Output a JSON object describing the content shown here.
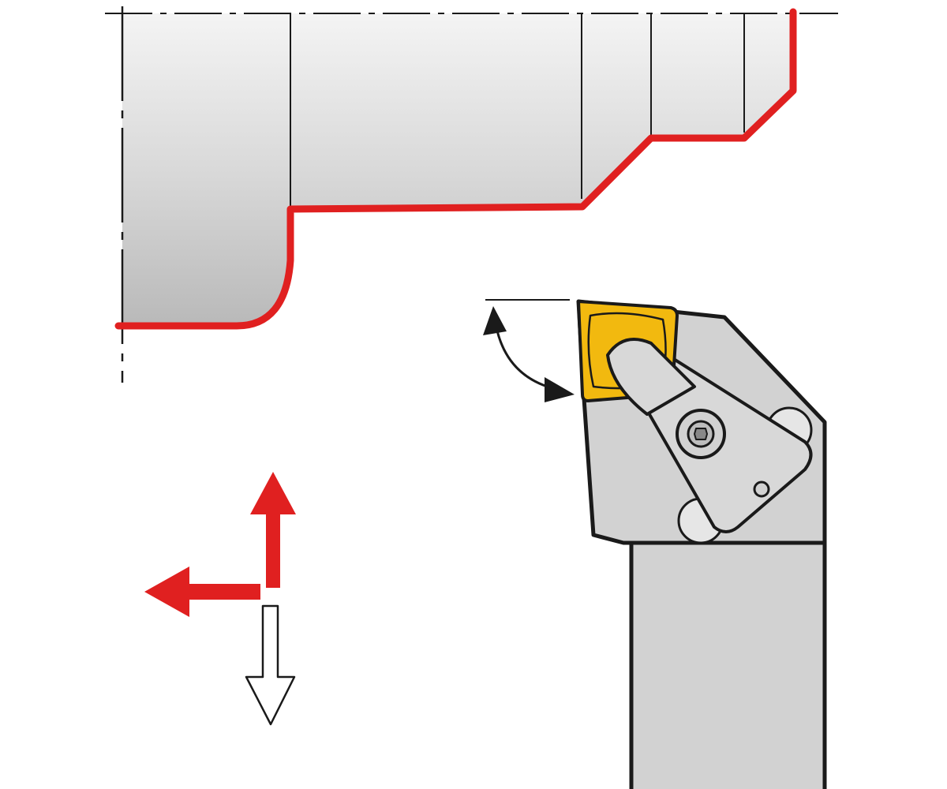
{
  "diagram": {
    "colors": {
      "profile": "#e02020",
      "insert": "#f2b90f",
      "outline": "#1a1a1a",
      "tool_body": "#d2d2d2",
      "arrow_fill_open": "#ffffff"
    },
    "icons": [
      "workpiece-profile",
      "turning-tool-holder",
      "cutting-insert",
      "clamp-screw-icon",
      "feed-direction-arrows",
      "approach-angle-arrow"
    ]
  }
}
